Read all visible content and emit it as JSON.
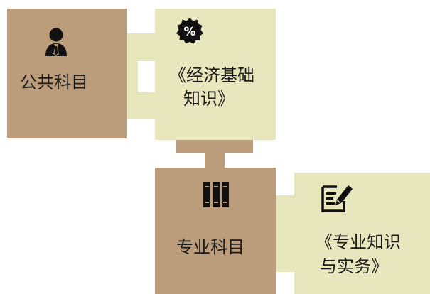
{
  "colors": {
    "brown": "#bc9d7b",
    "cream": "#e8e6bd",
    "icon": "#111111"
  },
  "public": {
    "label": "公共科目",
    "icon": "person-icon"
  },
  "econ": {
    "line1": "《经济基础",
    "line2": "知识》",
    "icon": "percent-badge-icon",
    "icon_text": "%"
  },
  "professional": {
    "label": "专业科目",
    "icon": "books-icon"
  },
  "practice": {
    "line1": "《专业知识",
    "line2": "与实务》",
    "icon": "edit-document-icon"
  }
}
